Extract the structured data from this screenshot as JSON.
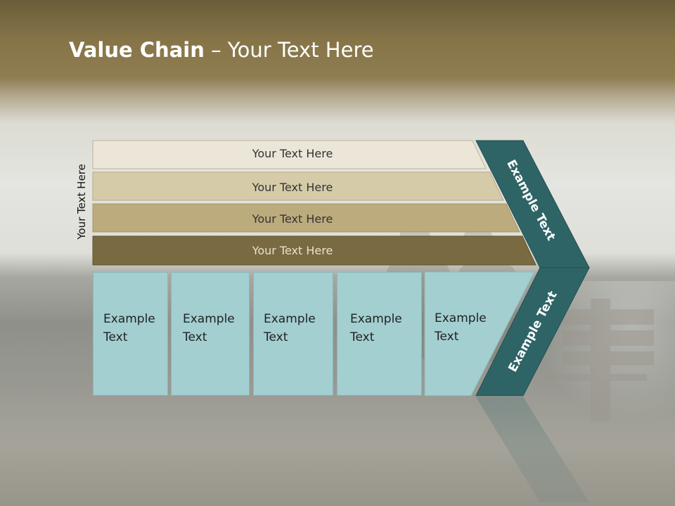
{
  "title": {
    "bold": "Value Chain",
    "rest": " – Your Text Here"
  },
  "side_label": "Your Text Here",
  "bars": [
    {
      "label": "Your Text Here",
      "color": "#ebe6d8"
    },
    {
      "label": "Your Text Here",
      "color": "#d6cba9"
    },
    {
      "label": "Your Text Here",
      "color": "#bcab7c"
    },
    {
      "label": "Your Text Here",
      "color": "#7a6a41"
    }
  ],
  "boxes": [
    {
      "line1": "Example",
      "line2": "Text"
    },
    {
      "line1": "Example",
      "line2": "Text"
    },
    {
      "line1": "Example",
      "line2": "Text"
    },
    {
      "line1": "Example",
      "line2": "Text"
    },
    {
      "line1": "Example",
      "line2": "Text"
    }
  ],
  "chevron_upper": "Example Text",
  "chevron_lower": "Example Text",
  "colors": {
    "chevron": "#2f6466",
    "box": "#a3cfd1",
    "title": "#ffffff"
  }
}
